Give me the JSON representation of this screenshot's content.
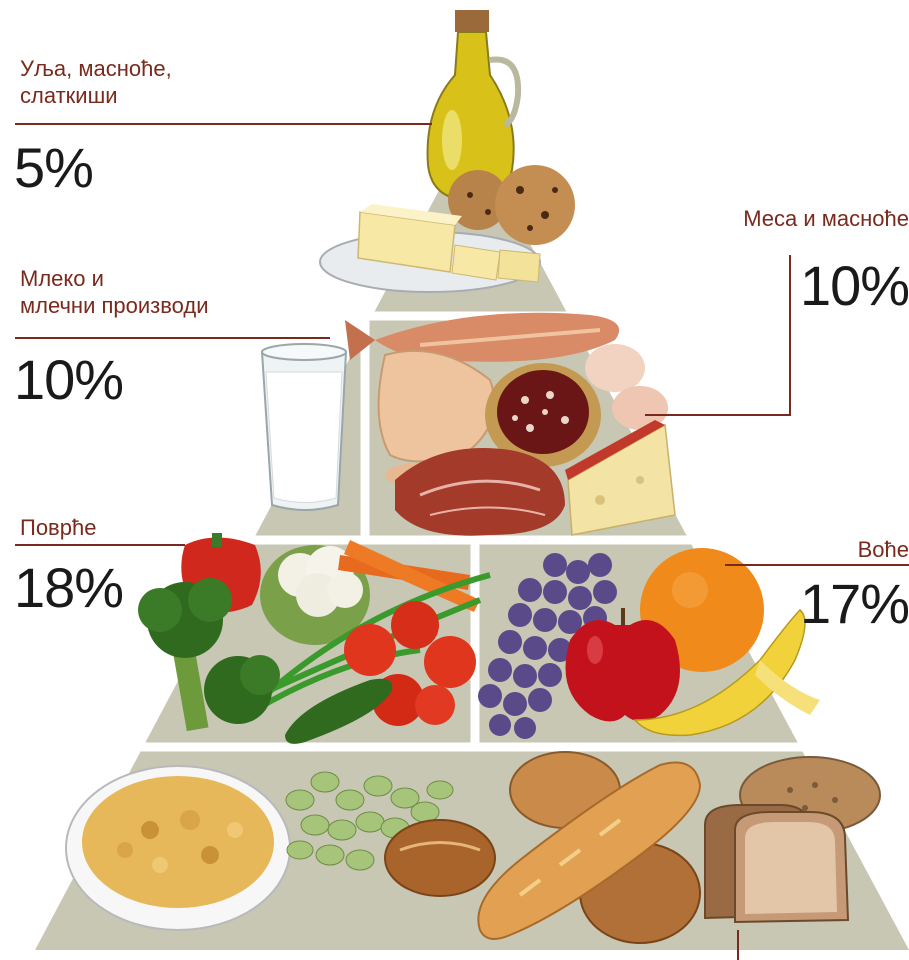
{
  "colors": {
    "pyramid": "#c7c7b3",
    "divider": "#ffffff",
    "leader_line": "#7a2a1c",
    "label_text": "#7a2a1c",
    "percent_text": "#1a1a1a"
  },
  "groups": [
    {
      "id": "oils",
      "label": "Уља, масноће,\nслаткиши",
      "percent": "5%"
    },
    {
      "id": "meat",
      "label": "Меса и масноће",
      "percent": "10%"
    },
    {
      "id": "dairy",
      "label": "Млеко и\nмлечни производи",
      "percent": "10%"
    },
    {
      "id": "vegetables",
      "label": "Поврће",
      "percent": "18%"
    },
    {
      "id": "fruit",
      "label": "Воће",
      "percent": "17%"
    }
  ],
  "foods": {
    "oils": [
      "olive-oil-bottle",
      "cookies",
      "butter-dish"
    ],
    "dairy": [
      "glass-of-milk"
    ],
    "meat": [
      "fish",
      "chicken",
      "beans-bowl",
      "steak",
      "cheese",
      "eggs"
    ],
    "vegetables": [
      "pepper",
      "cauliflower",
      "broccoli",
      "carrots",
      "tomatoes",
      "cucumber",
      "green-onion"
    ],
    "fruit": [
      "grapes",
      "orange",
      "apple",
      "banana"
    ],
    "grains": [
      "cornflakes-bowl",
      "fava-beans",
      "bread-loaf",
      "baguette",
      "bread-rolls",
      "crispbread",
      "sliced-bread"
    ]
  }
}
